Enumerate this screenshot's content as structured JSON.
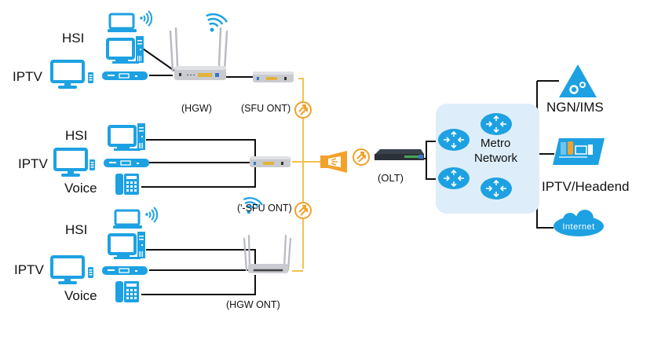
{
  "colors": {
    "device_blue": "#1da1e2",
    "fiber_yellow": "#f2c14e",
    "splitter_orange": "#f2a12a",
    "metro_bg": "#ddeefa",
    "cable_black": "#111111",
    "hardware_gray": "#c9cbd0",
    "olt_dark": "#2b3138"
  },
  "groups": [
    {
      "id": "top",
      "labels": {
        "hsi": "HSI",
        "iptv": "IPTV"
      },
      "devices": [
        "laptop-wifi",
        "desktop-pc",
        "tv-with-remote",
        "set-top-box"
      ],
      "gateway_label": "(HGW)",
      "ont_label": "(SFU ONT)"
    },
    {
      "id": "middle",
      "labels": {
        "hsi": "HSI",
        "iptv": "IPTV",
        "voice": "Voice"
      },
      "devices": [
        "desktop-pc",
        "tv-with-remote",
        "set-top-box",
        "phone"
      ],
      "ont_label": "('-SFU ONT)"
    },
    {
      "id": "bottom",
      "labels": {
        "hsi": "HSI",
        "iptv": "IPTV",
        "voice": "Voice"
      },
      "devices": [
        "laptop-wifi",
        "desktop-pc",
        "tv-with-remote",
        "set-top-box",
        "phone"
      ],
      "ont_label": "(HGW ONT)"
    }
  ],
  "core": {
    "olt_label": "(OLT)",
    "metro_label_line1": "Metro",
    "metro_label_line2": "Network",
    "services": [
      {
        "name": "NGN/IMS",
        "icon": "gears-triangle-icon"
      },
      {
        "name": "IPTV/Headend",
        "icon": "headend-servers-icon"
      },
      {
        "name": "Internet",
        "icon": "internet-cloud-icon"
      }
    ]
  }
}
